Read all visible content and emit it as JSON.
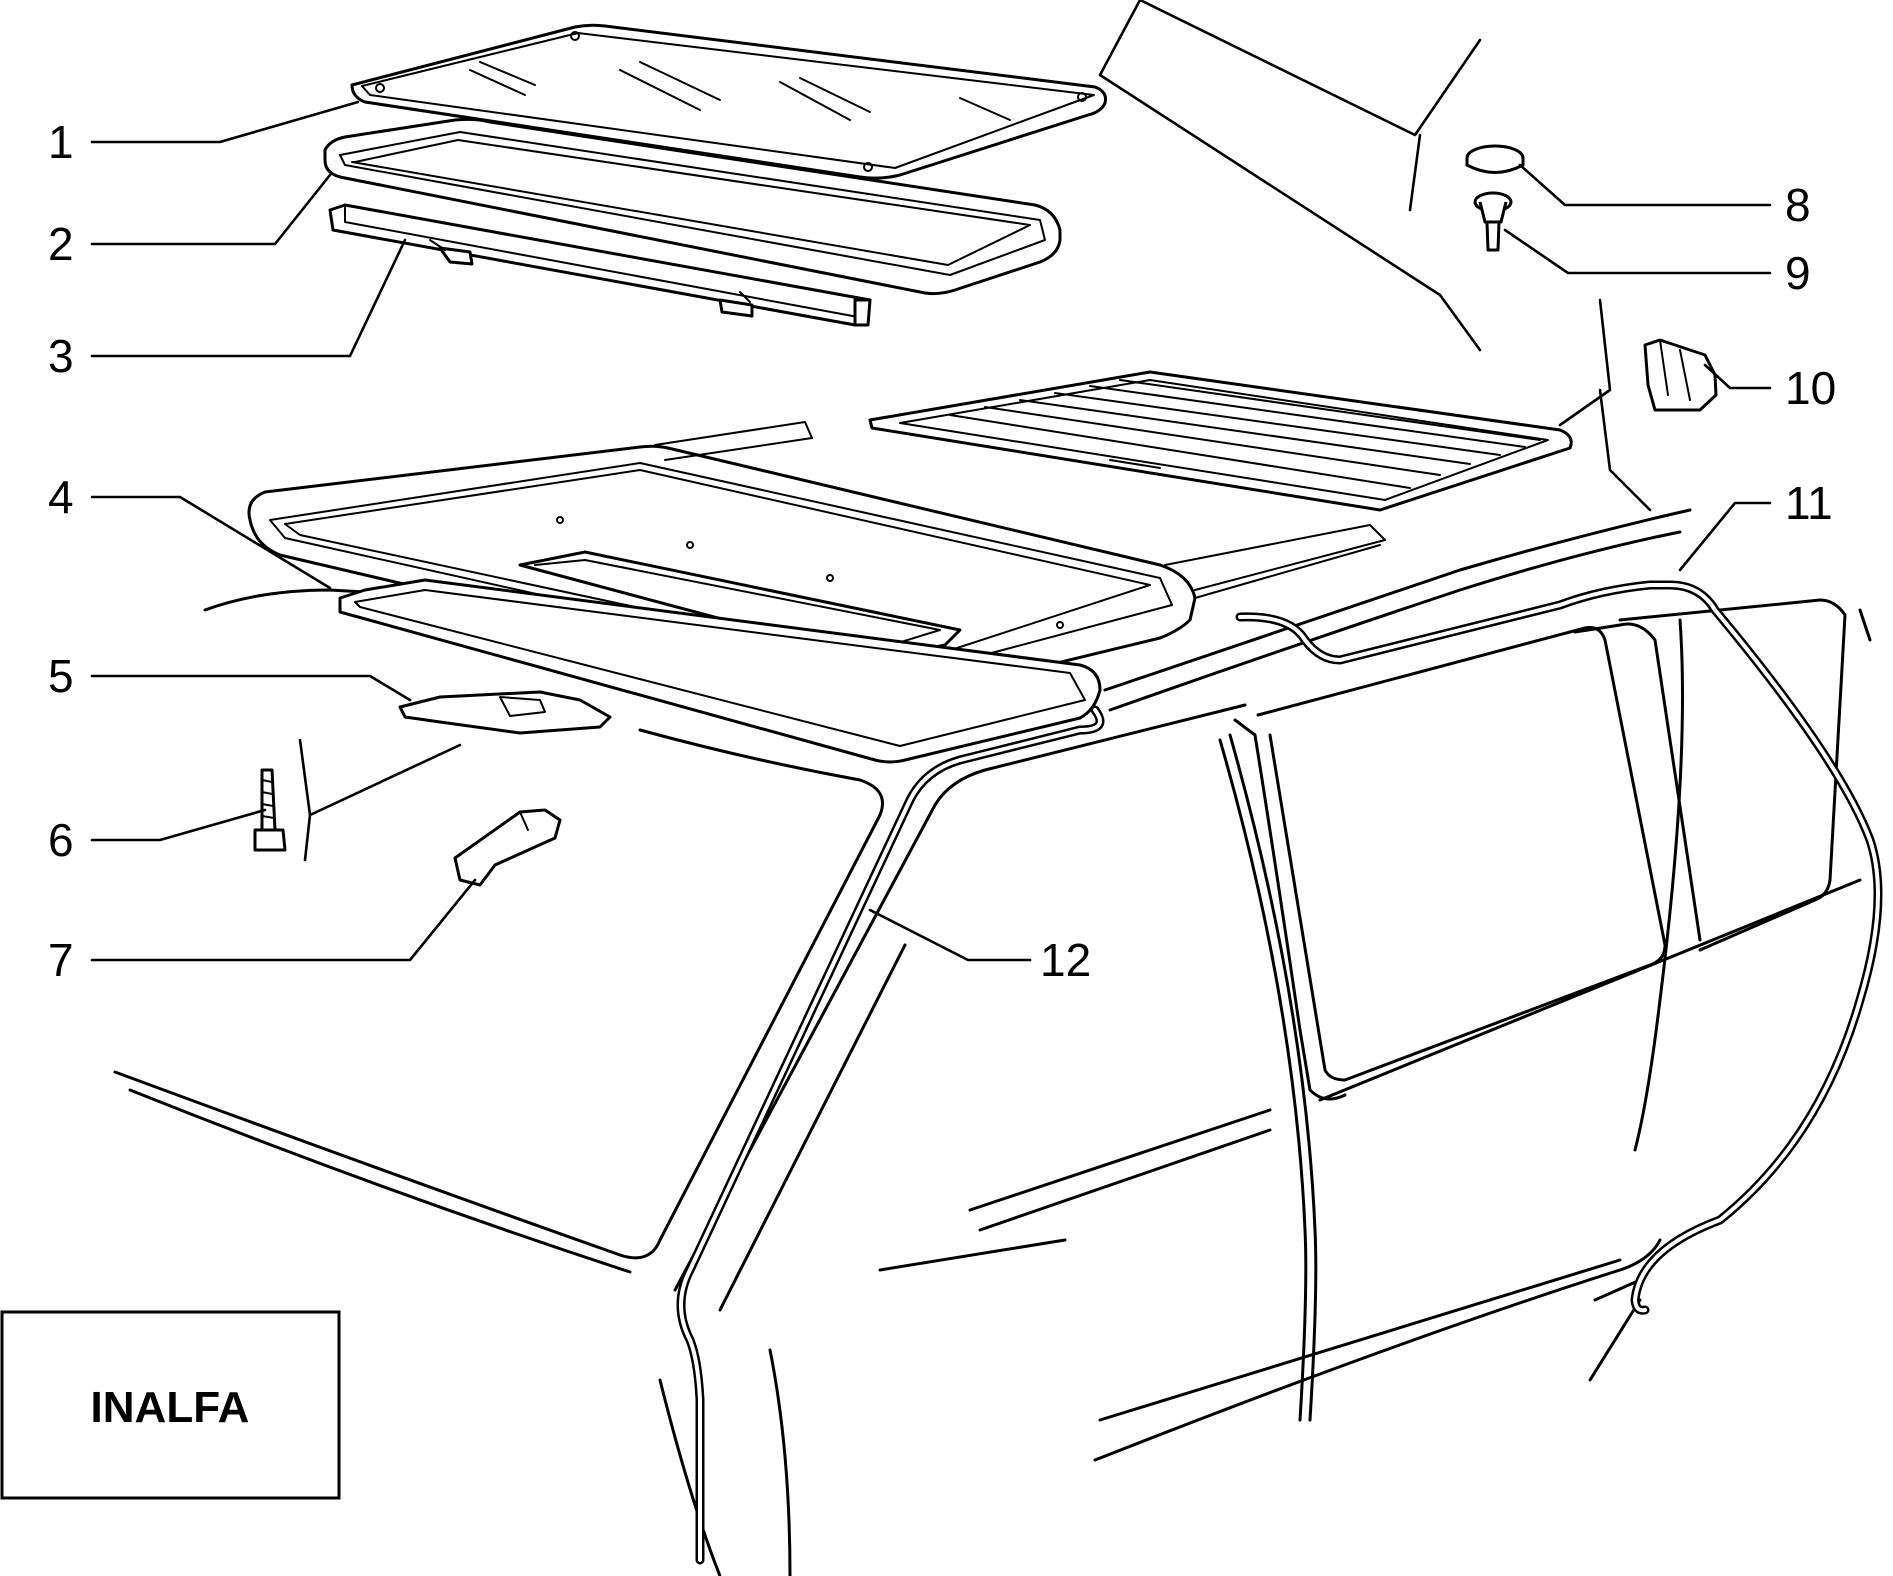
{
  "diagram": {
    "brand_label": "INALFA",
    "callouts": [
      {
        "id": "1",
        "text": "1"
      },
      {
        "id": "2",
        "text": "2"
      },
      {
        "id": "3",
        "text": "3"
      },
      {
        "id": "4",
        "text": "4"
      },
      {
        "id": "5",
        "text": "5"
      },
      {
        "id": "6",
        "text": "6"
      },
      {
        "id": "7",
        "text": "7"
      },
      {
        "id": "8",
        "text": "8"
      },
      {
        "id": "9",
        "text": "9"
      },
      {
        "id": "10",
        "text": "10"
      },
      {
        "id": "11",
        "text": "11"
      },
      {
        "id": "12",
        "text": "12"
      }
    ]
  }
}
